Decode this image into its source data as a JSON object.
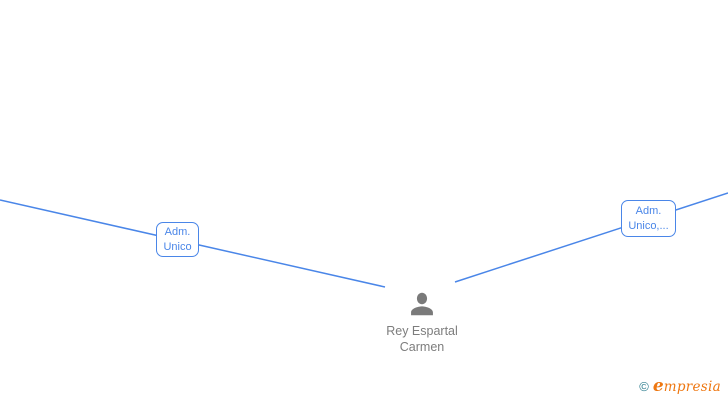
{
  "canvas": {
    "background": "#ffffff",
    "edge_color": "#4a86e8",
    "node_color": "#7a7a7a",
    "text_gray": "#7d7d7d"
  },
  "nodes": {
    "center_person": {
      "name_line1": "Rey Espartal",
      "name_line2": "Carmen",
      "icon": "person-silhouette"
    }
  },
  "edges": [
    {
      "id": "left-edge",
      "label_line1": "Adm.",
      "label_line2": "Unico",
      "from": "off-canvas-left",
      "to": "center_person"
    },
    {
      "id": "right-edge",
      "label_line1": "Adm.",
      "label_line2": "Unico,...",
      "from": "center_person",
      "to": "off-canvas-right"
    }
  ],
  "footer": {
    "copyright_symbol": "©",
    "brand_initial": "e",
    "brand_rest": "mpresia",
    "brand_orange": "#ee7711",
    "brand_teal": "#2e7e8f"
  }
}
